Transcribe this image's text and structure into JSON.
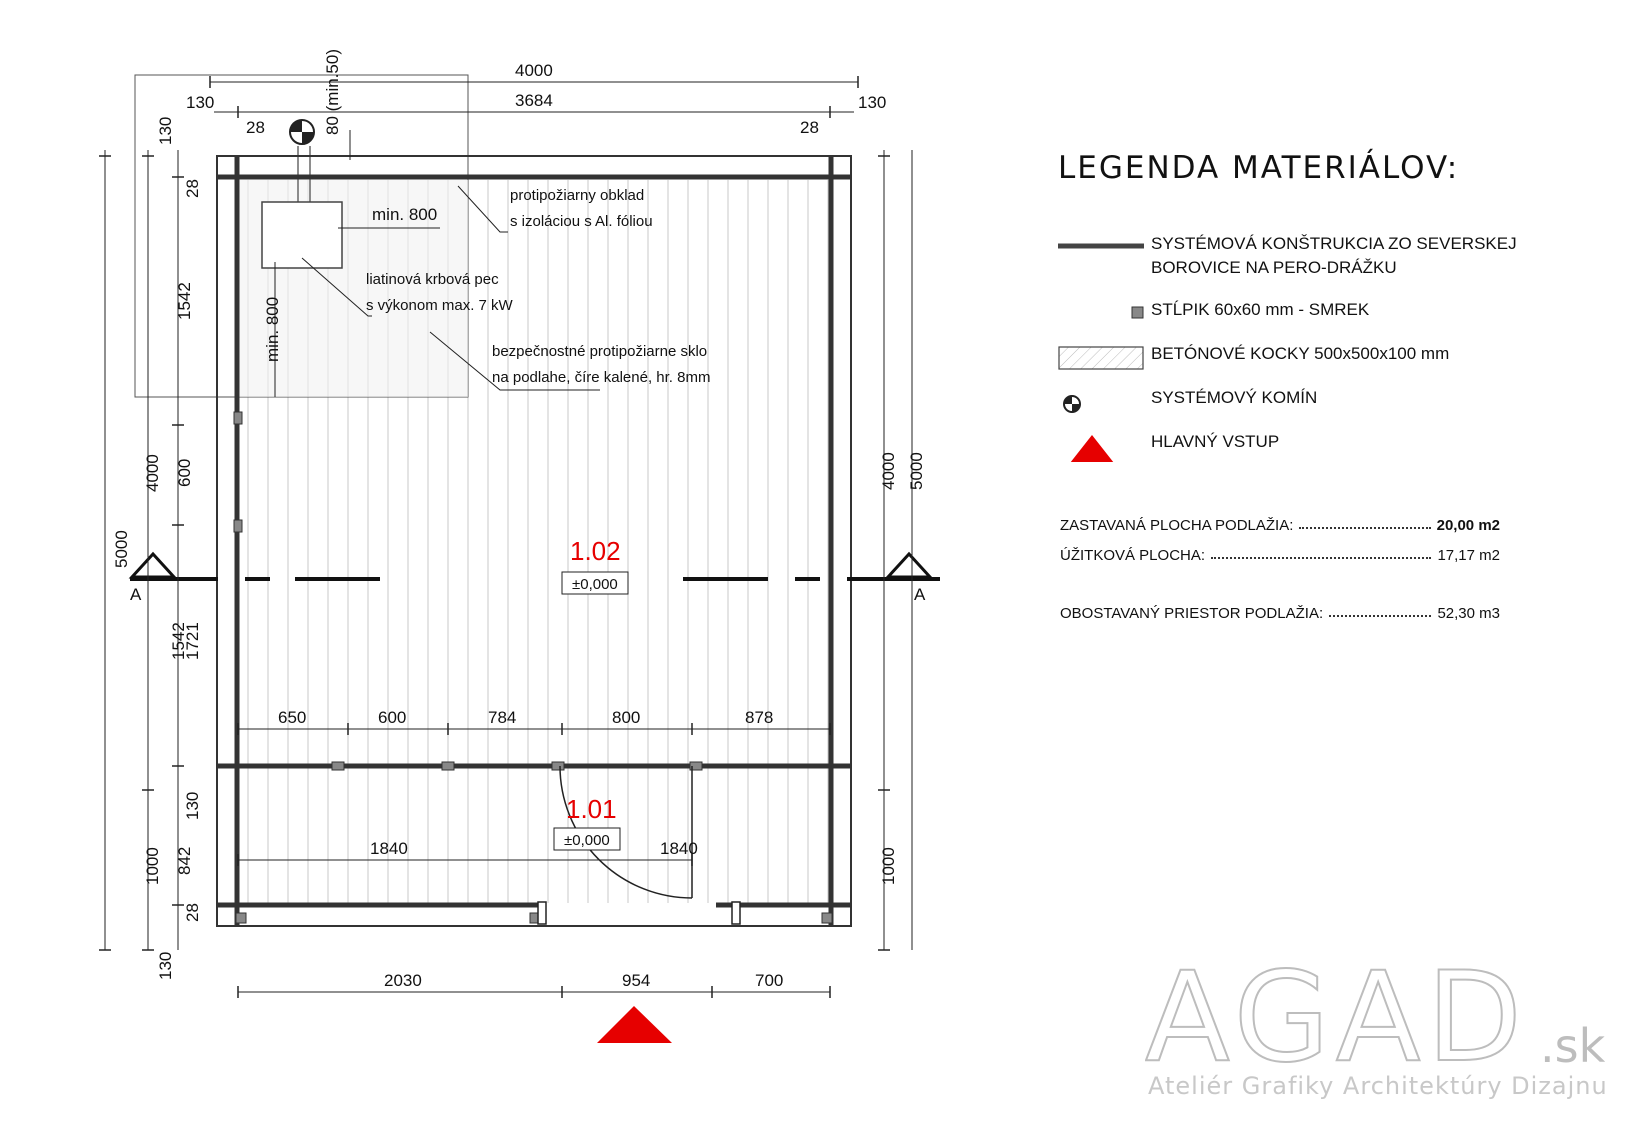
{
  "plan": {
    "dims_top": {
      "overall": "4000",
      "inner": "3684",
      "edge_left": "130",
      "edge_right": "130",
      "small_left": "28",
      "small_right": "28",
      "chimney": "80 (min.50)"
    },
    "dims_left": {
      "overall": "5000",
      "seg1": "130",
      "seg2": "28",
      "seg3": "1542",
      "seg4": "4000",
      "seg5": "600",
      "seg6": "1542",
      "seg7": "1721",
      "seg8": "130",
      "seg9": "1000",
      "seg10": "842",
      "seg11": "28",
      "seg12": "130"
    },
    "dims_right": {
      "overall": "5000",
      "upper": "4000",
      "lower": "1000"
    },
    "dims_partition": [
      "650",
      "600",
      "784",
      "800",
      "878"
    ],
    "dims_lower": {
      "left": "1840",
      "right": "1840"
    },
    "dims_bottom": [
      "2030",
      "954",
      "700"
    ],
    "stove_dims": {
      "horizontal": "min. 800",
      "vertical": "min. 800"
    },
    "notes": {
      "cladding": [
        "protipožiarny obklad",
        "s izoláciou s Al. fóliou"
      ],
      "stove": [
        "liatinová krbová pec",
        "s výkonom max. 7 kW"
      ],
      "glass": [
        "bezpečnostné protipožiarne sklo",
        "na podlahe, číre kalené, hr. 8mm"
      ]
    },
    "rooms": [
      {
        "number": "1.02",
        "level": "±0,000"
      },
      {
        "number": "1.01",
        "level": "±0,000"
      }
    ],
    "section_label": "A",
    "accent_color": "#e60000"
  },
  "legend": {
    "title": "LEGENDA MATERIÁLOV:",
    "items": [
      {
        "icon": "wall-line",
        "lines": [
          "SYSTÉMOVÁ KONŠTRUKCIA ZO SEVERSKEJ",
          "BOROVICE NA PERO-DRÁŽKU"
        ]
      },
      {
        "icon": "post-square",
        "lines": [
          "STĹPIK 60x60 mm - SMREK"
        ]
      },
      {
        "icon": "hatch-box",
        "lines": [
          "BETÓNOVÉ KOCKY 500x500x100 mm"
        ]
      },
      {
        "icon": "chimney-circle",
        "lines": [
          "SYSTÉMOVÝ KOMÍN"
        ]
      },
      {
        "icon": "entrance-triangle",
        "lines": [
          "HLAVNÝ VSTUP"
        ]
      }
    ]
  },
  "stats": [
    {
      "label": "ZASTAVANÁ PLOCHA PODLAŽIA:",
      "value": "20,00 m2",
      "bold": true
    },
    {
      "label": "ÚŽITKOVÁ PLOCHA:",
      "value": "17,17 m2",
      "bold": false
    },
    {
      "label": "OBOSTAVANÝ PRIESTOR PODLAŽIA:",
      "value": "52,30 m3",
      "bold": false
    }
  ],
  "logo": {
    "mark": "AGAD",
    "suffix": ".sk",
    "tagline": "Ateliér Grafiky Architektúry Dizajnu"
  }
}
